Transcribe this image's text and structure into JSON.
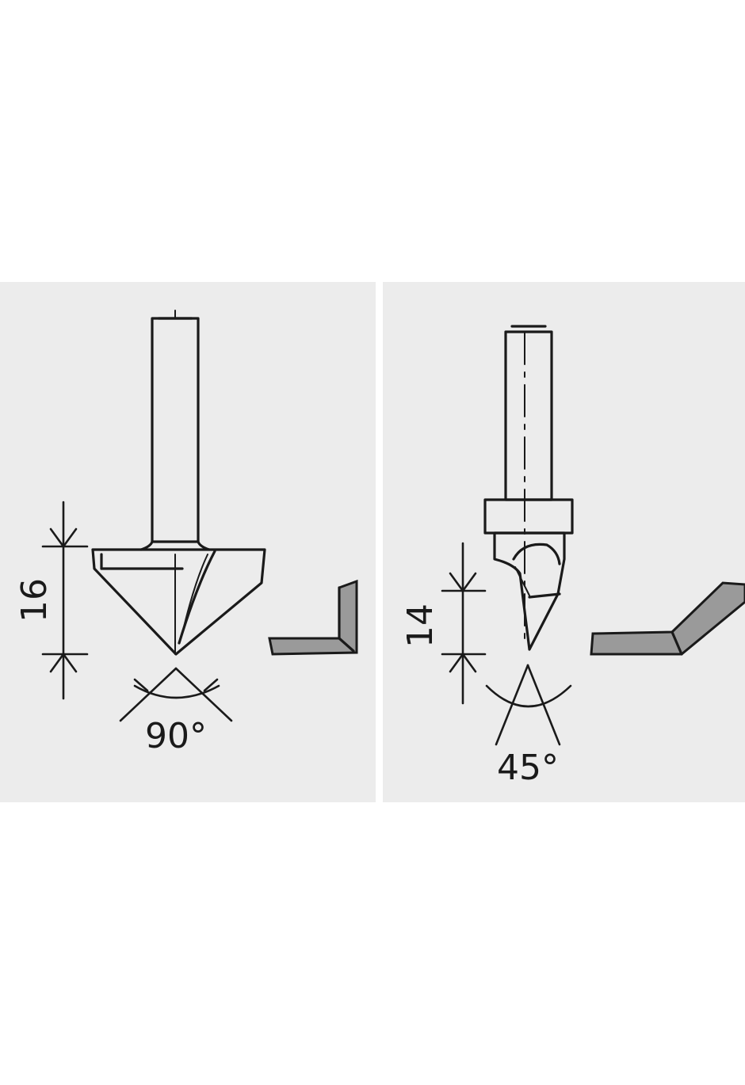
{
  "left": {
    "height_label": "16",
    "angle_label": "90°",
    "profile_fill": "#9a9a9a"
  },
  "right": {
    "height_label": "14",
    "angle_label": "45°",
    "profile_fill": "#9a9a9a"
  },
  "colors": {
    "panel": "#ececec",
    "line": "#1a1a1a"
  }
}
